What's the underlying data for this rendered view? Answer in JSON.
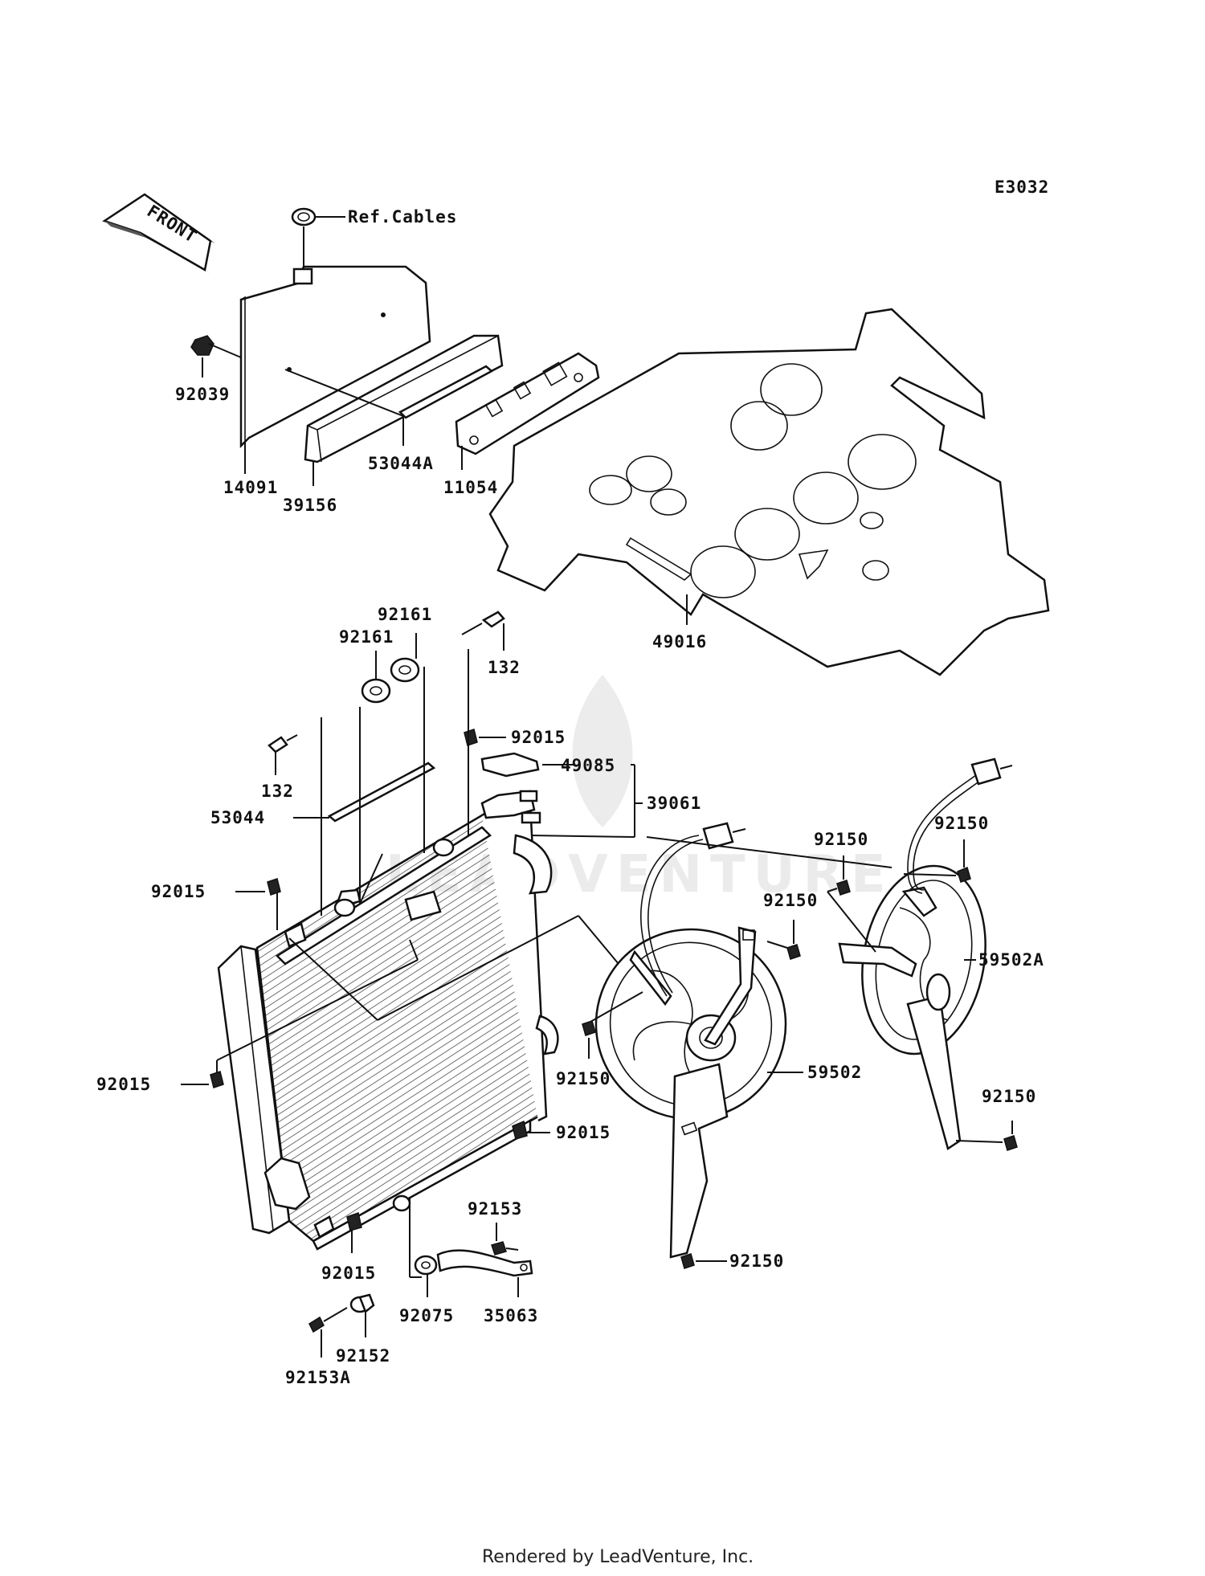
{
  "diagram_code": "E3032",
  "front_label": "FRONT",
  "footer": "Rendered by LeadVenture, Inc.",
  "watermark": "LEADVENTURE",
  "parts": {
    "ref_cables": "Ref.Cables",
    "p92039": "92039",
    "p14091": "14091",
    "p39156": "39156",
    "p53044A": "53044A",
    "p11054": "11054",
    "p49016": "49016",
    "p92161_a": "92161",
    "p92161_b": "92161",
    "p132_a": "132",
    "p132_b": "132",
    "p92015_top": "92015",
    "p49085": "49085",
    "p39061": "39061",
    "p53044": "53044",
    "p92015_left": "92015",
    "p92015_mid": "92015",
    "p92015_right": "92015",
    "p92015_bottom": "92015",
    "p92150_a": "92150",
    "p92150_b": "92150",
    "p92150_c": "92150",
    "p92150_d": "92150",
    "p92150_e": "92150",
    "p92150_f": "92150",
    "p59502A": "59502A",
    "p59502": "59502",
    "p92153": "92153",
    "p92075": "92075",
    "p35063": "35063",
    "p92152": "92152",
    "p92153A": "92153A"
  }
}
